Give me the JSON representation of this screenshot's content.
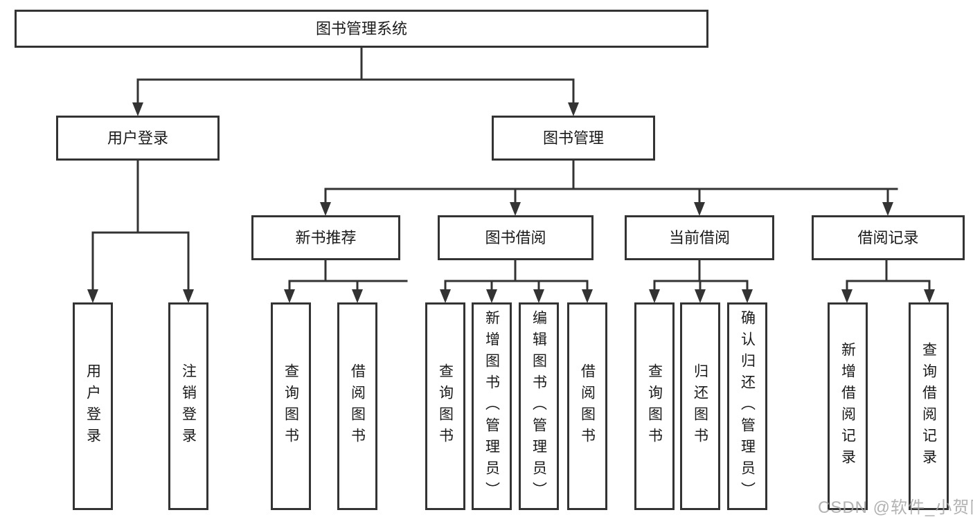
{
  "diagram": {
    "root": "图书管理系统",
    "branches": [
      {
        "label": "用户登录",
        "children": [
          {
            "label": "用户登录"
          },
          {
            "label": "注销登录"
          }
        ]
      },
      {
        "label": "图书管理",
        "children": [
          {
            "label": "新书推荐",
            "children": [
              {
                "label": "查询图书"
              },
              {
                "label": "借阅图书"
              }
            ]
          },
          {
            "label": "图书借阅",
            "children": [
              {
                "label": "查询图书"
              },
              {
                "label": "新增图书（管理员）"
              },
              {
                "label": "编辑图书（管理员）"
              },
              {
                "label": "借阅图书"
              }
            ]
          },
          {
            "label": "当前借阅",
            "children": [
              {
                "label": "查询图书"
              },
              {
                "label": "归还图书"
              },
              {
                "label": "确认归还（管理员）"
              }
            ]
          },
          {
            "label": "借阅记录",
            "children": [
              {
                "label": "新增借阅记录"
              },
              {
                "label": "查询借阅记录"
              }
            ]
          }
        ]
      }
    ],
    "watermark": "CSDN @软件_小贺同学",
    "colors": {
      "line": "#333333",
      "text": "#1a1a1a",
      "watermark": "#a4a4a4",
      "background": "#ffffff"
    }
  }
}
